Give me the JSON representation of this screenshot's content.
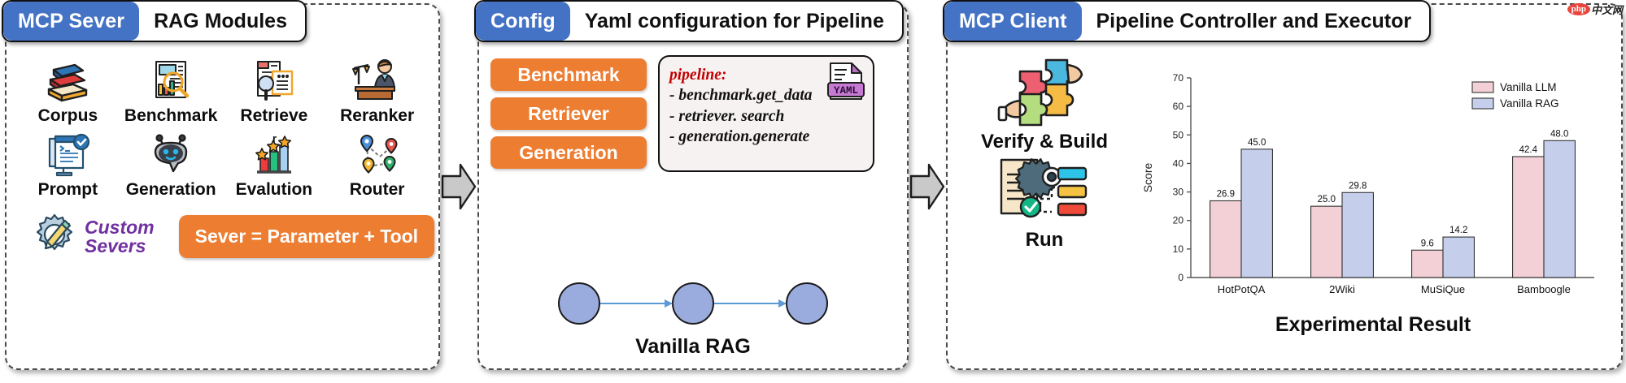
{
  "watermark": {
    "badge": "php",
    "text": "中文网"
  },
  "panels": {
    "server": {
      "tag": "MCP Sever",
      "title": "RAG Modules",
      "modules": [
        {
          "label": "Corpus",
          "icon": "books-icon"
        },
        {
          "label": "Benchmark",
          "icon": "report-magnifier-icon"
        },
        {
          "label": "Retrieve",
          "icon": "document-search-icon"
        },
        {
          "label": "Reranker",
          "icon": "judge-scales-icon"
        },
        {
          "label": "Prompt",
          "icon": "terminal-monitor-check-icon"
        },
        {
          "label": "Generation",
          "icon": "chatbot-icon"
        },
        {
          "label": "Evalution",
          "icon": "bar-chart-stars-icon"
        },
        {
          "label": "Router",
          "icon": "route-pins-icon"
        }
      ],
      "custom_label_line1": "Custom",
      "custom_label_line2": "Severs",
      "custom_icon": "gear-pencil-icon",
      "formula_pill": "Sever = Parameter + Tool"
    },
    "config": {
      "tag": "Config",
      "title": "Yaml configuration for Pipeline",
      "buttons": [
        "Benchmark",
        "Retriever",
        "Generation"
      ],
      "yaml": {
        "icon": "yaml-file-icon",
        "icon_label": "YAML",
        "lines": [
          {
            "text": "pipeline:",
            "key": true
          },
          {
            "text": "- benchmark.get_data",
            "key": false
          },
          {
            "text": "- retriever. search",
            "key": false
          },
          {
            "text": "- generation.generate",
            "key": false
          }
        ]
      },
      "flow_caption": "Vanilla RAG",
      "flow_nodes": 3
    },
    "client": {
      "tag": "MCP Client",
      "title": "Pipeline Controller and Executor",
      "stages": [
        {
          "label": "Verify & Build",
          "icon": "puzzle-hands-icon"
        },
        {
          "label": "Run",
          "icon": "document-gear-run-icon"
        }
      ],
      "chart_caption": "Experimental Result"
    }
  },
  "chart_data": {
    "type": "bar",
    "title": "",
    "xlabel": "",
    "ylabel": "Score",
    "ylim": [
      0,
      70
    ],
    "yticks": [
      0,
      10,
      20,
      30,
      40,
      50,
      60,
      70
    ],
    "grid": false,
    "legend_position": "top-right",
    "categories": [
      "HotPotQA",
      "2Wiki",
      "MuSiQue",
      "Bamboogle"
    ],
    "series": [
      {
        "name": "Vanilla LLM",
        "color": "#f2d0d6",
        "values": [
          26.9,
          25.0,
          9.6,
          42.4
        ]
      },
      {
        "name": "Vanilla RAG",
        "color": "#c5cfec",
        "values": [
          45.0,
          29.8,
          14.2,
          48.0
        ]
      }
    ]
  }
}
